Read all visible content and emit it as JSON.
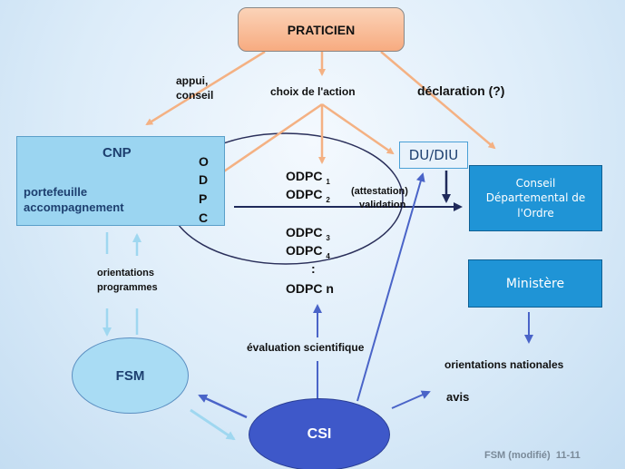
{
  "praticien": "PRATICIEN",
  "labels": {
    "appui": "appui,",
    "conseil": "conseil",
    "choix": "choix de l'action",
    "declaration": "déclaration (?)",
    "attestation": "(attestation)",
    "validation": "validation",
    "orientations1": "orientations",
    "orientations2": "programmes",
    "evaluation": "évaluation scientifique",
    "orientations_nationales": "orientations nationales",
    "avis": "avis"
  },
  "cnp": {
    "title": "CNP",
    "line1": "portefeuille",
    "line2": "accompagnement"
  },
  "odpc_vertical": [
    "O",
    "D",
    "P",
    "C"
  ],
  "odpc_list": [
    {
      "text": "ODPC",
      "sub": "1"
    },
    {
      "text": "ODPC",
      "sub": "2"
    },
    {
      "text": "ODPC",
      "sub": "3"
    },
    {
      "text": "ODPC",
      "sub": "4"
    },
    {
      "text": ":",
      "sub": ""
    },
    {
      "text": "ODPC n",
      "sub": ""
    }
  ],
  "dudiu": "DU/DIU",
  "conseil": {
    "line1": "Conseil",
    "line2": "Départemental de",
    "line3": "l'Ordre"
  },
  "ministere": "Ministère",
  "fsm": "FSM",
  "csi": "CSI",
  "footer": "FSM (modifié)  11-11",
  "colors": {
    "orange_arrow": "#f4b183",
    "dark_arrow": "#1f2a5a",
    "blue_arrow": "#4a64c8",
    "light_arrow": "#9fd7f0"
  }
}
